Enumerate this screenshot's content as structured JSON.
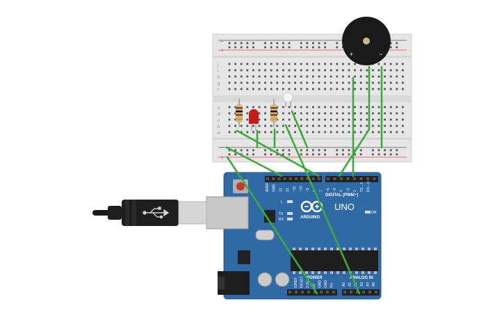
{
  "board": {
    "logo_text": "UNO",
    "brand_text": "ARDUINO",
    "on_label": "ON",
    "l_label": "L",
    "tx_label": "TX",
    "rx_label": "RX",
    "digital_label": "DIGITAL (PWM~)",
    "power_label": "POWER",
    "analog_label": "ANALOG IN",
    "top_pins": [
      "AREF",
      "GND",
      "13",
      "12",
      "~11",
      "~10",
      "~9",
      "8",
      "7",
      "~6",
      "~5",
      "4",
      "~3",
      "2",
      "TX→1",
      "RX←0"
    ],
    "power_pins": [
      "IOREF",
      "RESET",
      "3.3V",
      "5V",
      "GND",
      "GND",
      "Vin"
    ],
    "analog_pins": [
      "A0",
      "A1",
      "A2",
      "A3",
      "A4",
      "A5"
    ]
  },
  "breadboard": {
    "row_letters_top": [
      "j",
      "i",
      "h",
      "g",
      "f"
    ],
    "row_letters_bottom": [
      "e",
      "d",
      "c",
      "b",
      "a"
    ],
    "rail_plus": "+",
    "rail_minus": "−"
  },
  "buzzer": {
    "plus_label": "+",
    "minus_label": "−"
  },
  "colors": {
    "board": "#2f6aa6",
    "breadboard": "#e8e8e8",
    "wire": "#3dab3a",
    "rail_red": "#d44",
    "led": "#c41a1a",
    "buzzer": "#1a1a1a"
  }
}
